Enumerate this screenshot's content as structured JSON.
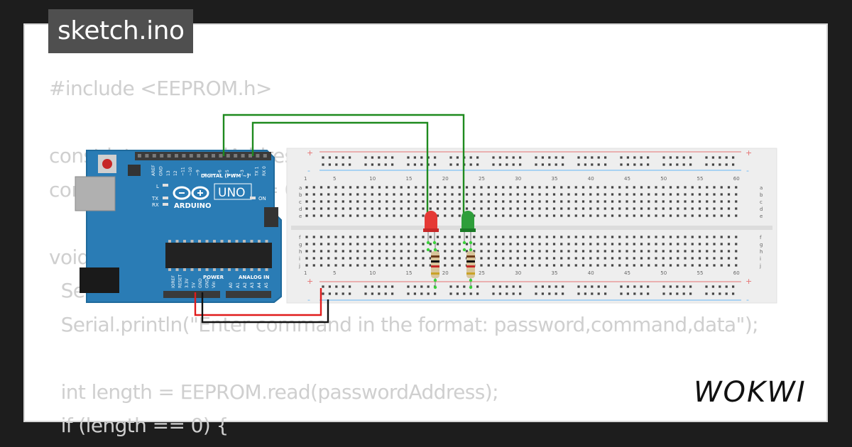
{
  "file_title": "sketch.ino",
  "brand": "WOKWI",
  "code_lines": [
    "#include <EEPROM.h>",
    "",
    "const int passwordAddress = 100;",
    "const int dataAddress = 0;",
    "",
    "void setup() {",
    "  Serial.begin(9600);",
    "  Serial.println(\"Enter command in the format: password,command,data\");",
    "",
    "  int length = EEPROM.read(passwordAddress);",
    "  if (length == 0) {"
  ],
  "arduino": {
    "model_label": "UNO",
    "brand_label": "ARDUINO",
    "digital_label": "DIGITAL (PWM ~)",
    "power_label": "POWER",
    "analog_label": "ANALOG IN",
    "on_label": "ON",
    "l_label": "L",
    "tx_label": "TX",
    "rx_label": "RX",
    "digital_pins": [
      "AREF",
      "GND",
      "13",
      "12",
      "~11",
      "~10",
      "~9",
      "8",
      "7",
      "~6",
      "~5",
      "4",
      "~3",
      "2",
      "TX 1",
      "RX 0"
    ],
    "power_pins": [
      "IOREF",
      "RESET",
      "3.3V",
      "5V",
      "GND",
      "GND",
      "Vin"
    ],
    "analog_pins": [
      "A0",
      "A1",
      "A2",
      "A3",
      "A4",
      "A5"
    ]
  },
  "breadboard": {
    "column_numbers": [
      "1",
      "5",
      "10",
      "15",
      "20",
      "25",
      "30",
      "35",
      "40",
      "45",
      "50",
      "55",
      "60"
    ],
    "row_letters_top": [
      "a",
      "b",
      "c",
      "d",
      "e"
    ],
    "row_letters_bottom": [
      "f",
      "g",
      "h",
      "i",
      "j"
    ],
    "plus_sign": "+",
    "minus_sign": "-"
  },
  "leds": [
    {
      "name": "red-led",
      "color": "#e53935"
    },
    {
      "name": "green-led",
      "color": "#2e9e3a"
    }
  ],
  "colors": {
    "background": "#1d1d1d",
    "card": "#ffffff",
    "code_text": "#cfcfcf",
    "title_bg": "#4f4f4f",
    "board_blue": "#2a7cb5",
    "wire_green": "#1e8a1e",
    "wire_red": "#e01b1b",
    "wire_black": "#111111"
  }
}
